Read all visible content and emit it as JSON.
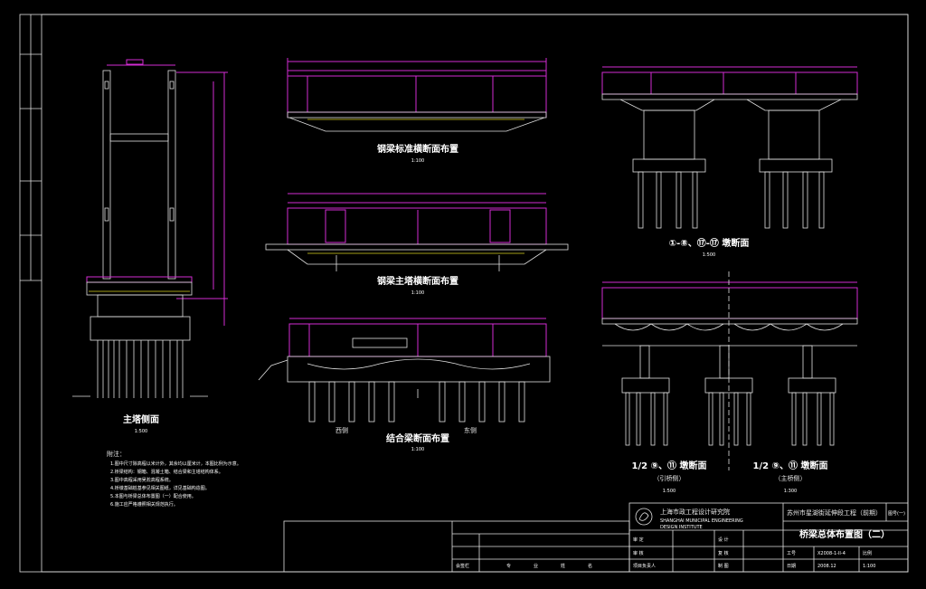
{
  "drawing": {
    "title": "桥梁总体布置图（二）",
    "project": "苏州市星湖街延伸段工程（前期）",
    "sheet_code": "图号(一)",
    "scales": {
      "tower": "1:500",
      "girder_top": "1:100",
      "girder_mid": "1:100",
      "combined": "1:100",
      "pier1": "1:500",
      "pier2": "1:500",
      "pier3": "1:300"
    }
  },
  "views": {
    "tower": "主塔侧面",
    "girder_top": "钢梁标准横断面布置",
    "girder_mid": "钢梁主塔横断面布置",
    "combined": "结合梁断面布置",
    "pier1": "①-⑧、⑰-⑰ 墩断面",
    "pier2_a": "1/2 ⑨、⑪ 墩断面",
    "pier2_b": "（引桥侧）",
    "pier3_a": "1/2 ⑨、⑪ 墩断面",
    "pier3_b": "（主桥侧）"
  },
  "labels": {
    "left": "西侧",
    "right": "东侧"
  },
  "notes": {
    "heading": "附注：",
    "lines": [
      "1.图中尺寸除高程以米计外，其余均以厘米计，本图比例为示意。",
      "2.桥梁结构：钢箱、混凝土箱、结合梁和主塔结构体系。",
      "3.图中高程采用吴淞高程系统。",
      "4.桥墩基础桩基参见相关图纸，详见基础构造图。",
      "5.本图与桥梁总体布置图（一）配合使用。",
      "6.施工应严格遵照相关规范执行。"
    ]
  },
  "title_block": {
    "institute_cn": "上海市政工程设计研究院",
    "institute_en1": "SHANGHAI MUNICIPAL ENGINEERING",
    "institute_en2": "DESIGN INSTITUTE",
    "row1_a": "审 定",
    "row1_b": "设 计",
    "row2_a": "审 核",
    "row2_b": "复 核",
    "row3_a": "项目负责人",
    "row3_b": "制 图",
    "code_label": "工号",
    "code_value": "X2008-1-II-4",
    "date_label": "日期",
    "date_value": "2008.12",
    "scale_label": "比例",
    "scale_value": "1:100",
    "sign_label": "会签栏",
    "bottom_a": "专",
    "bottom_b": "业",
    "bottom_c": "姓",
    "bottom_d": "名"
  },
  "colors": {
    "background": "#000000",
    "frame": "#ffffff",
    "dimension": "#d22cd2",
    "structure": "#e0e0e0"
  }
}
